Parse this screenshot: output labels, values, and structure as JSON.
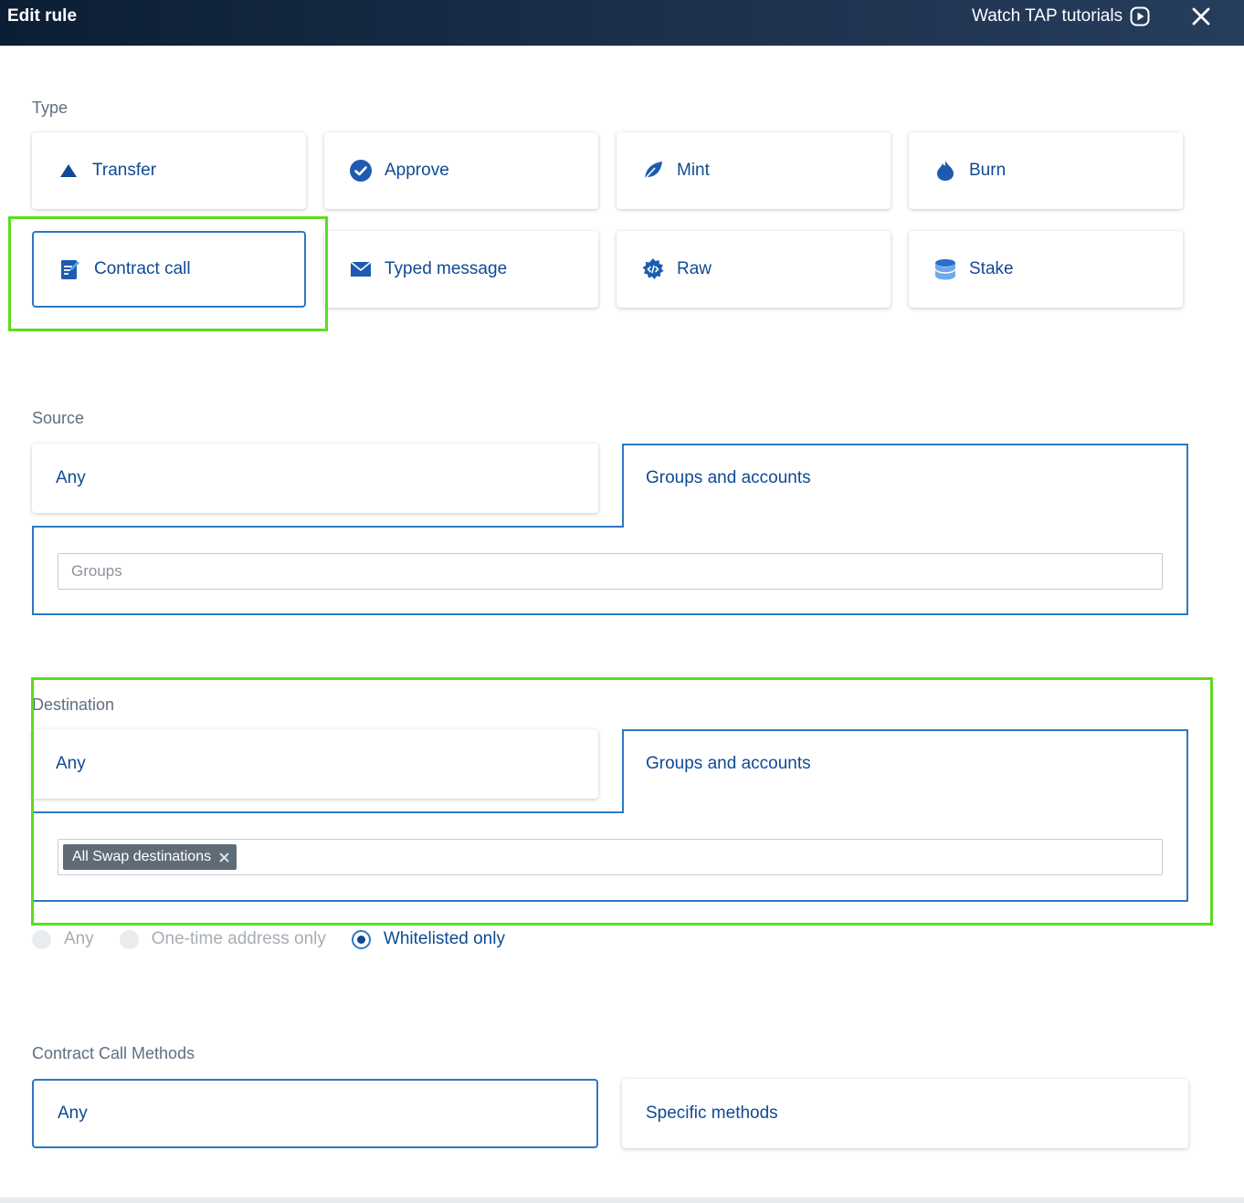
{
  "header": {
    "title": "Edit rule",
    "tutorials_label": "Watch TAP tutorials",
    "play_icon": "play-circle-icon",
    "close_icon": "close-icon"
  },
  "type": {
    "label": "Type",
    "options": [
      {
        "label": "Transfer",
        "icon": "triangle-up-icon"
      },
      {
        "label": "Approve",
        "icon": "check-circle-icon"
      },
      {
        "label": "Mint",
        "icon": "leaf-icon"
      },
      {
        "label": "Burn",
        "icon": "flame-icon"
      },
      {
        "label": "Contract call",
        "icon": "document-edit-icon",
        "selected": true
      },
      {
        "label": "Typed message",
        "icon": "envelope-icon"
      },
      {
        "label": "Raw",
        "icon": "code-gear-icon"
      },
      {
        "label": "Stake",
        "icon": "database-icon"
      }
    ]
  },
  "source": {
    "label": "Source",
    "any_label": "Any",
    "groups_label": "Groups and accounts",
    "groups_placeholder": "Groups"
  },
  "destination": {
    "label": "Destination",
    "any_label": "Any",
    "groups_label": "Groups and accounts",
    "chip_label": "All Swap destinations",
    "chip_remove_icon": "x-icon",
    "address_options": [
      {
        "label": "Any",
        "selected": false
      },
      {
        "label": "One-time address only",
        "selected": false
      },
      {
        "label": "Whitelisted only",
        "selected": true
      }
    ]
  },
  "methods": {
    "label": "Contract Call Methods",
    "any_label": "Any",
    "specific_label": "Specific methods"
  },
  "colors": {
    "accent_blue": "#2b78c4",
    "text_blue": "#0f4a94",
    "header_dark": "#0b1e33",
    "highlight_green": "#5ddc1c"
  }
}
